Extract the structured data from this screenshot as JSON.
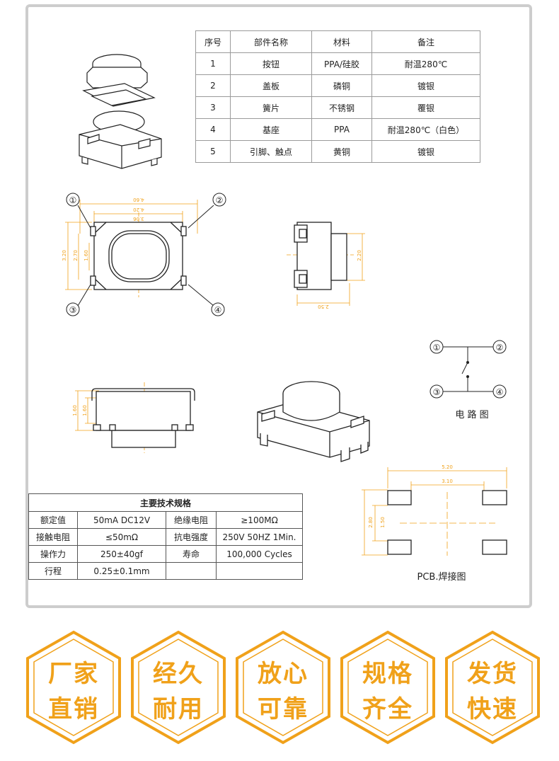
{
  "parts_table": {
    "headers": [
      "序号",
      "部件名称",
      "材料",
      "备注"
    ],
    "rows": [
      [
        "1",
        "按钮",
        "PPA/硅胶",
        "耐温280℃"
      ],
      [
        "2",
        "盖板",
        "磷铜",
        "镀银"
      ],
      [
        "3",
        "簧片",
        "不锈钢",
        "覆银"
      ],
      [
        "4",
        "基座",
        "PPA",
        "耐温280℃（白色）"
      ],
      [
        "5",
        "引脚、触点",
        "黄铜",
        "镀银"
      ]
    ]
  },
  "top_view": {
    "pin_labels": [
      "①",
      "②",
      "③",
      "④"
    ],
    "dims": {
      "w460": "4.60",
      "w420": "4.20",
      "w306": "3.06",
      "h320": "3.20",
      "h270": "2.70",
      "h160": "1.60"
    }
  },
  "side_view": {
    "dims": {
      "h220": "2.20",
      "w250": "2.50"
    }
  },
  "front_view": {
    "dims": {
      "h160a": "1.60",
      "h160b": "1.60"
    }
  },
  "circuit": {
    "pins": [
      "①",
      "②",
      "③",
      "④"
    ],
    "caption": "电 路 图"
  },
  "spec_table": {
    "title": "主要技术规格",
    "rows": [
      [
        "额定值",
        "50mA DC12V",
        "绝缘电阻",
        "≥100MΩ"
      ],
      [
        "接触电阻",
        "≤50mΩ",
        "抗电强度",
        "250V 50HZ 1Min."
      ],
      [
        "操作力",
        "250±40gf",
        "寿命",
        "100,000 Cycles"
      ],
      [
        "行程",
        "0.25±0.1mm",
        "",
        ""
      ]
    ]
  },
  "pcb": {
    "dims": {
      "w520": "5.20",
      "w310": "3.10",
      "h280": "2.80",
      "h150": "1.50"
    },
    "caption": "PCB.焊接图"
  },
  "badges": [
    {
      "line1": "厂家",
      "line2": "直销"
    },
    {
      "line1": "经久",
      "line2": "耐用"
    },
    {
      "line1": "放心",
      "line2": "可靠"
    },
    {
      "line1": "规格",
      "line2": "齐全"
    },
    {
      "line1": "发货",
      "line2": "快速"
    }
  ],
  "colors": {
    "accent": "#f0a11a",
    "dim": "#f0a11a",
    "line": "#222222",
    "border": "#cdcdcd"
  }
}
